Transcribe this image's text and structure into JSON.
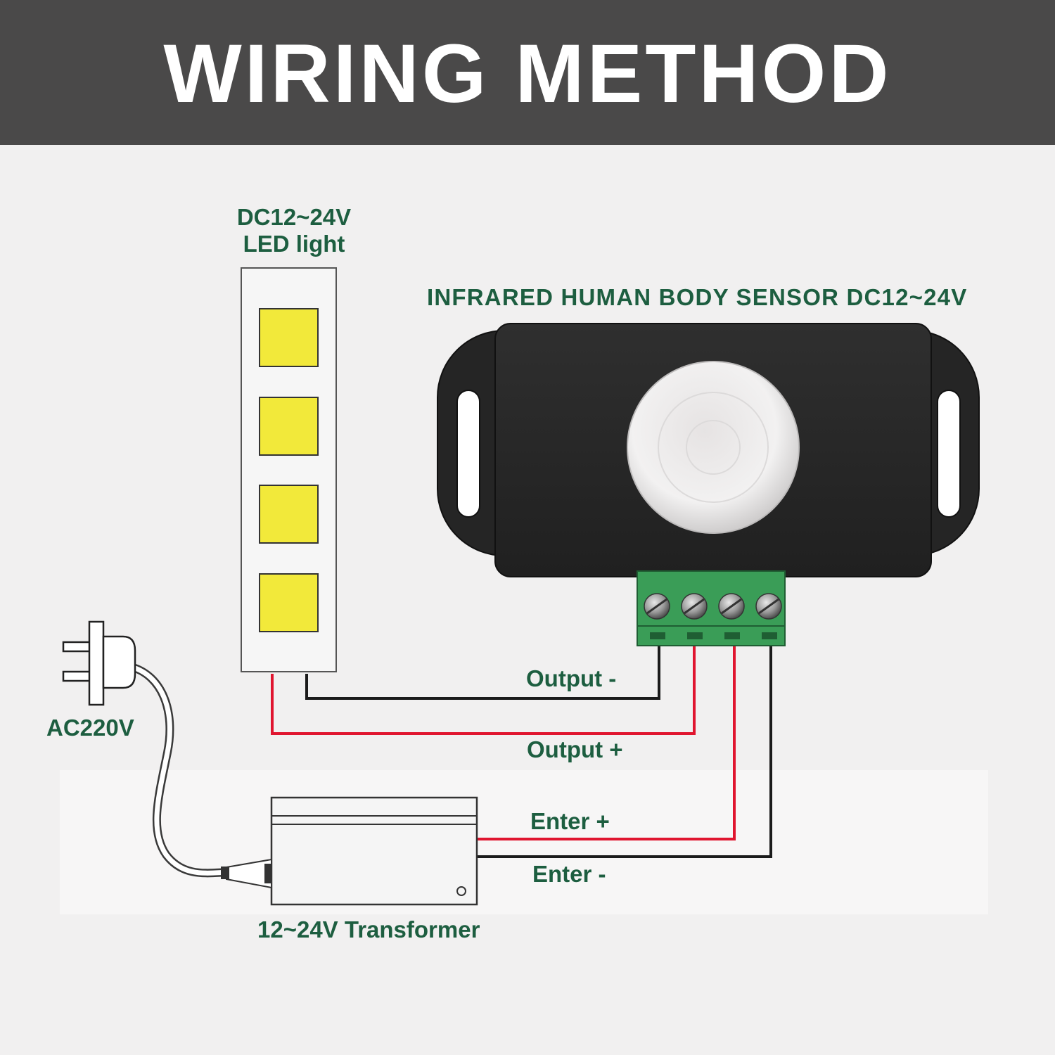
{
  "header": {
    "title": "WIRING METHOD"
  },
  "labels": {
    "led_light": [
      "DC12~24V",
      "LED light"
    ],
    "sensor": "INFRARED HUMAN BODY SENSOR DC12~24V",
    "ac": "AC220V",
    "output_minus": "Output -",
    "output_plus": "Output +",
    "enter_plus": "Enter +",
    "enter_minus": "Enter -",
    "transformer": "12~24V Transformer"
  },
  "colors": {
    "header_bg": "#4a4949",
    "label_green": "#1d5e40",
    "wire_red": "#e0152f",
    "wire_black": "#1b1b1b",
    "led_yellow": "#f2e93a",
    "terminal_green": "#3a9d57",
    "sensor_body": "#2a2a2a"
  },
  "components": {
    "led_strip": {
      "chips": 4
    },
    "terminal_block": {
      "terminals": 4
    }
  }
}
